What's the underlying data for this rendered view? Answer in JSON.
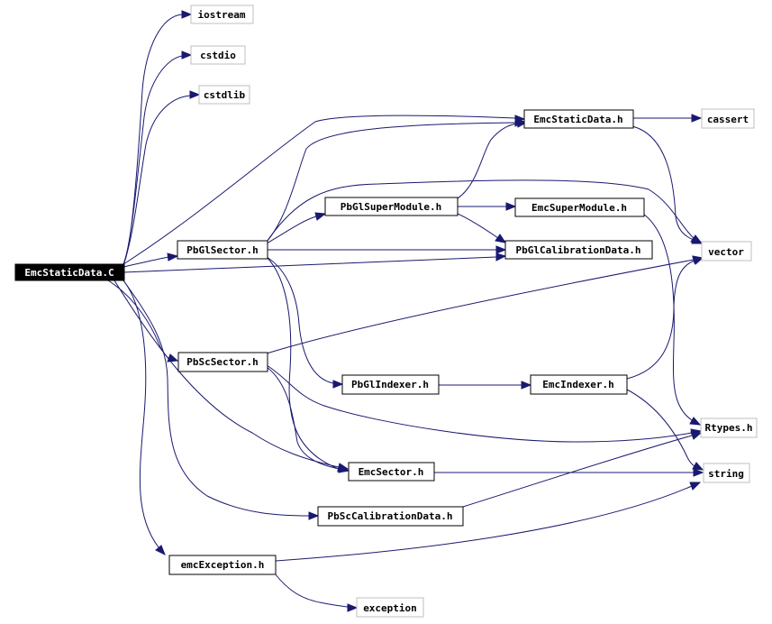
{
  "graph": {
    "root": "EmcStaticData.C",
    "nodes": [
      {
        "id": "root",
        "label": "EmcStaticData.C",
        "kind": "root"
      },
      {
        "id": "iostream",
        "label": "iostream",
        "kind": "external"
      },
      {
        "id": "cstdio",
        "label": "cstdio",
        "kind": "external"
      },
      {
        "id": "cstdlib",
        "label": "cstdlib",
        "kind": "external"
      },
      {
        "id": "emcstaticdata_h",
        "label": "EmcStaticData.h",
        "kind": "file"
      },
      {
        "id": "cassert",
        "label": "cassert",
        "kind": "external"
      },
      {
        "id": "pbglsupermodule_h",
        "label": "PbGlSuperModule.h",
        "kind": "file"
      },
      {
        "id": "emcsupermodule_h",
        "label": "EmcSuperModule.h",
        "kind": "file"
      },
      {
        "id": "pbglsector_h",
        "label": "PbGlSector.h",
        "kind": "file"
      },
      {
        "id": "pbglcalibrationdata_h",
        "label": "PbGlCalibrationData.h",
        "kind": "file"
      },
      {
        "id": "vector",
        "label": "vector",
        "kind": "external"
      },
      {
        "id": "pbscsector_h",
        "label": "PbScSector.h",
        "kind": "file"
      },
      {
        "id": "pbglindexer_h",
        "label": "PbGlIndexer.h",
        "kind": "file"
      },
      {
        "id": "emcindexer_h",
        "label": "EmcIndexer.h",
        "kind": "file"
      },
      {
        "id": "rtypes_h",
        "label": "Rtypes.h",
        "kind": "external"
      },
      {
        "id": "emcsector_h",
        "label": "EmcSector.h",
        "kind": "file"
      },
      {
        "id": "string",
        "label": "string",
        "kind": "external"
      },
      {
        "id": "pbsccalibrationdata_h",
        "label": "PbScCalibrationData.h",
        "kind": "file"
      },
      {
        "id": "emcexception_h",
        "label": "emcException.h",
        "kind": "file"
      },
      {
        "id": "exception",
        "label": "exception",
        "kind": "external"
      }
    ],
    "edges": [
      [
        "root",
        "iostream"
      ],
      [
        "root",
        "cstdio"
      ],
      [
        "root",
        "cstdlib"
      ],
      [
        "root",
        "emcstaticdata_h"
      ],
      [
        "root",
        "pbglsector_h"
      ],
      [
        "root",
        "pbglcalibrationdata_h"
      ],
      [
        "root",
        "pbscsector_h"
      ],
      [
        "root",
        "emcsector_h"
      ],
      [
        "root",
        "pbsccalibrationdata_h"
      ],
      [
        "root",
        "emcexception_h"
      ],
      [
        "emcstaticdata_h",
        "cassert"
      ],
      [
        "emcstaticdata_h",
        "vector"
      ],
      [
        "pbglsector_h",
        "emcstaticdata_h"
      ],
      [
        "pbglsector_h",
        "vector"
      ],
      [
        "pbglsector_h",
        "pbglsupermodule_h"
      ],
      [
        "pbglsector_h",
        "pbglcalibrationdata_h"
      ],
      [
        "pbglsector_h",
        "pbglindexer_h"
      ],
      [
        "pbglsector_h",
        "emcsector_h"
      ],
      [
        "pbglsupermodule_h",
        "emcstaticdata_h"
      ],
      [
        "pbglsupermodule_h",
        "emcsupermodule_h"
      ],
      [
        "pbglsupermodule_h",
        "pbglcalibrationdata_h"
      ],
      [
        "emcsupermodule_h",
        "rtypes_h"
      ],
      [
        "pbscsector_h",
        "vector"
      ],
      [
        "pbscsector_h",
        "emcsector_h"
      ],
      [
        "pbscsector_h",
        "rtypes_h"
      ],
      [
        "pbglindexer_h",
        "emcindexer_h"
      ],
      [
        "emcindexer_h",
        "vector"
      ],
      [
        "emcindexer_h",
        "string"
      ],
      [
        "emcsector_h",
        "string"
      ],
      [
        "pbsccalibrationdata_h",
        "rtypes_h"
      ],
      [
        "emcexception_h",
        "string"
      ],
      [
        "emcexception_h",
        "exception"
      ]
    ]
  },
  "colors": {
    "edge": "#191970",
    "root_fill": "#000000",
    "root_text": "#ffffff",
    "box_border": "#000000",
    "external_border": "#bfbfbf"
  }
}
